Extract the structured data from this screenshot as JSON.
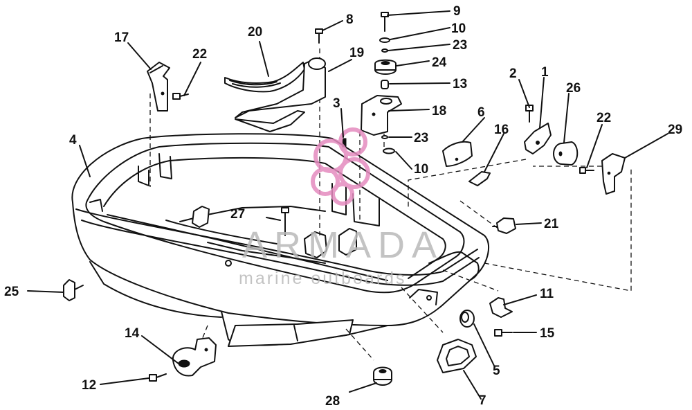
{
  "diagram": {
    "part_labels": [
      {
        "id": "p1",
        "text": "1"
      },
      {
        "id": "p2",
        "text": "2"
      },
      {
        "id": "p3",
        "text": "3"
      },
      {
        "id": "p4",
        "text": "4"
      },
      {
        "id": "p5",
        "text": "5"
      },
      {
        "id": "p6",
        "text": "6"
      },
      {
        "id": "p7",
        "text": "7"
      },
      {
        "id": "p8",
        "text": "8"
      },
      {
        "id": "p9",
        "text": "9"
      },
      {
        "id": "p10a",
        "text": "10"
      },
      {
        "id": "p10b",
        "text": "10"
      },
      {
        "id": "p11",
        "text": "11"
      },
      {
        "id": "p12",
        "text": "12"
      },
      {
        "id": "p13",
        "text": "13"
      },
      {
        "id": "p14",
        "text": "14"
      },
      {
        "id": "p15",
        "text": "15"
      },
      {
        "id": "p16",
        "text": "16"
      },
      {
        "id": "p17",
        "text": "17"
      },
      {
        "id": "p18",
        "text": "18"
      },
      {
        "id": "p19",
        "text": "19"
      },
      {
        "id": "p20",
        "text": "20"
      },
      {
        "id": "p21",
        "text": "21"
      },
      {
        "id": "p22a",
        "text": "22"
      },
      {
        "id": "p22b",
        "text": "22"
      },
      {
        "id": "p23a",
        "text": "23"
      },
      {
        "id": "p23b",
        "text": "23"
      },
      {
        "id": "p24",
        "text": "24"
      },
      {
        "id": "p25",
        "text": "25"
      },
      {
        "id": "p26",
        "text": "26"
      },
      {
        "id": "p27",
        "text": "27"
      },
      {
        "id": "p28",
        "text": "28"
      },
      {
        "id": "p29",
        "text": "29"
      }
    ]
  },
  "watermark": {
    "title": "ARMADA",
    "subtitle": "marine outboards",
    "logo_color": "#e58bbf",
    "text_color": "#b9b9b9"
  },
  "colors": {
    "ink": "#111111",
    "background": "#ffffff"
  }
}
